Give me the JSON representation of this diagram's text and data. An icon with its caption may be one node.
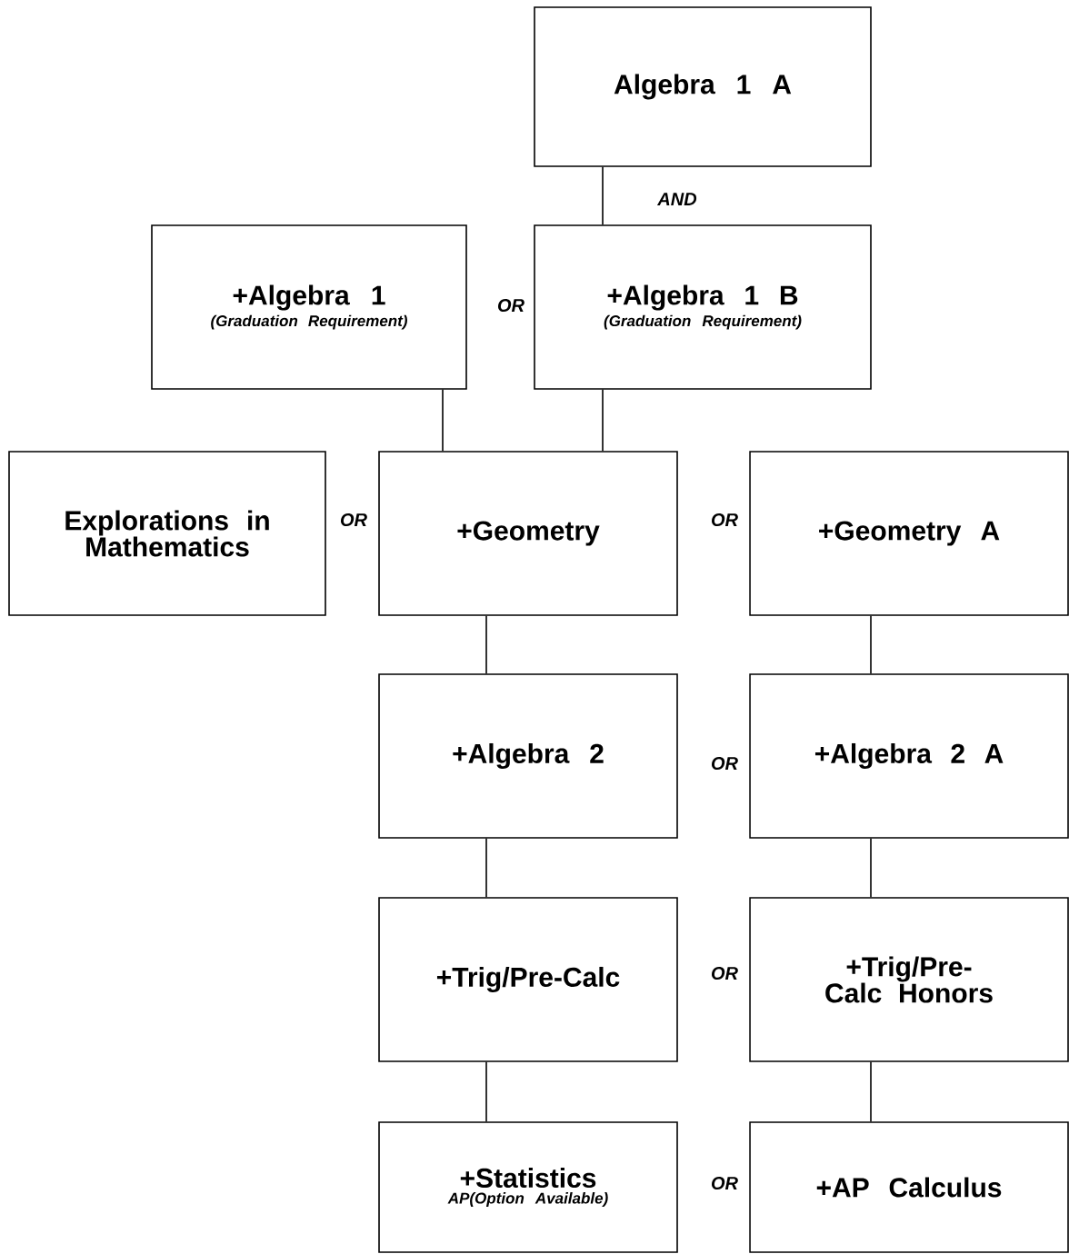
{
  "diagram": {
    "nodes": [
      {
        "text": [
          "Algebra 1 A"
        ]
      },
      {
        "text": [
          "+Algebra 1",
          "(Graduation Requirement)"
        ]
      },
      {
        "text": [
          "+Algebra 1 B",
          "(Graduation Requirement)"
        ]
      },
      {
        "text": [
          "Explorations in Mathematics"
        ]
      },
      {
        "text": [
          "+Geometry"
        ]
      },
      {
        "text": [
          "+Geometry A"
        ]
      },
      {
        "text": [
          "+Algebra 2"
        ]
      },
      {
        "text": [
          "+Algebra 2 A"
        ]
      },
      {
        "text": [
          "+Trig/Pre-Calc"
        ]
      },
      {
        "text": [
          "+Trig/Pre-Calc Honors"
        ]
      },
      {
        "text": [
          "+Statistics",
          "AP(Option Available)"
        ]
      },
      {
        "text": [
          "+AP Calculus"
        ]
      }
    ],
    "edges": [
      {
        "from": 0,
        "to": 2,
        "arrow": "none",
        "label": "AND"
      },
      {
        "from": 1,
        "to": 4,
        "arrow": "none"
      },
      {
        "from": 2,
        "to": 4,
        "arrow": "none"
      },
      {
        "from": 4,
        "to": 6,
        "arrow": "none"
      },
      {
        "from": 6,
        "to": 8,
        "arrow": "none"
      },
      {
        "from": 8,
        "to": 10,
        "arrow": "none"
      },
      {
        "from": 5,
        "to": 7,
        "arrow": "none"
      },
      {
        "from": 7,
        "to": 9,
        "arrow": "none"
      },
      {
        "from": 9,
        "to": 11,
        "arrow": "none"
      }
    ],
    "labels": [
      "OR",
      "OR",
      "OR",
      "OR",
      "OR",
      "OR"
    ]
  }
}
